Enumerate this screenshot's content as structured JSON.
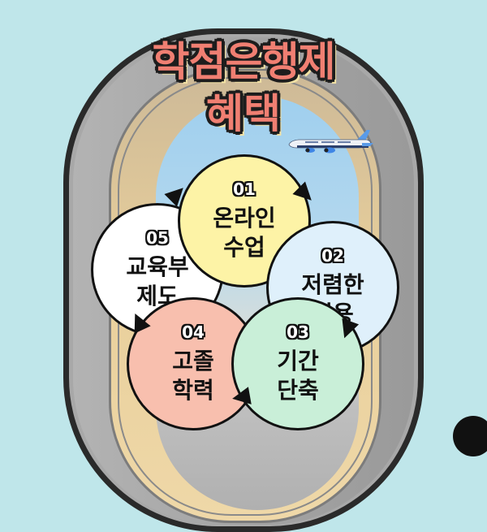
{
  "title": {
    "line1": "학점은행제",
    "line2": "혜택"
  },
  "colors": {
    "background": "#bfe6ea",
    "title": "#f07f72",
    "circle_01": "#fdf3a6",
    "circle_02": "#dff0fb",
    "circle_03": "#c9efd8",
    "circle_04": "#f8bfae",
    "circle_05": "#ffffff"
  },
  "cycle": [
    {
      "number": "01",
      "line1": "온라인",
      "line2": "수업"
    },
    {
      "number": "02",
      "line1": "저렴한",
      "line2": "비용"
    },
    {
      "number": "03",
      "line1": "기간",
      "line2": "단축"
    },
    {
      "number": "04",
      "line1": "고졸",
      "line2": "학력"
    },
    {
      "number": "05",
      "line1": "교육부",
      "line2": "제도"
    }
  ],
  "icons": {
    "airplane": "airplane-icon",
    "arrow": "arrow-icon"
  }
}
